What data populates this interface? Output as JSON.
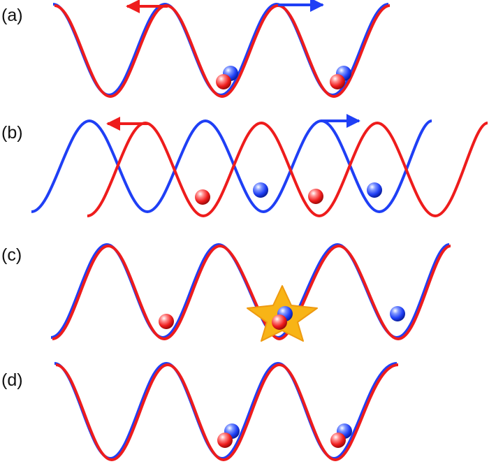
{
  "colors": {
    "blue": "#1f3ff5",
    "red": "#ee1c1c",
    "star": "#f8b416",
    "star_edge": "#ee9a10"
  },
  "panels": [
    {
      "label": "(a)"
    },
    {
      "label": "(b)"
    },
    {
      "label": "(c)"
    },
    {
      "label": "(d)"
    }
  ]
}
